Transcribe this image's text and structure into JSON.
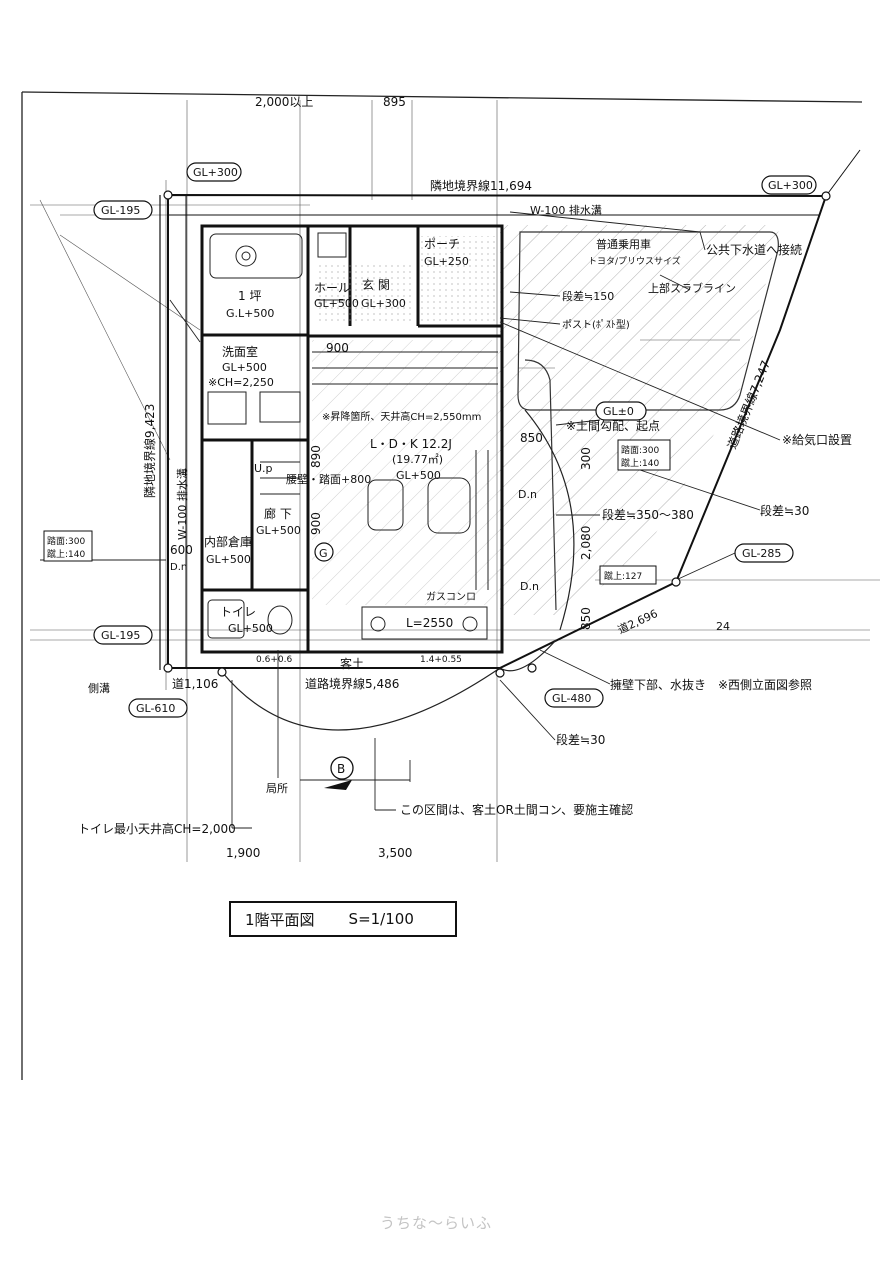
{
  "dimensions": {
    "top_left": "2,000以上",
    "top_right": "895",
    "bottom_left": "1,900",
    "bottom_right": "3,500",
    "d850_right": "850",
    "d300": "300",
    "d2080": "2,080",
    "d850_low": "850",
    "d900_hall": "900",
    "d900_corr": "900",
    "d890": "890",
    "d600": "600",
    "ch_toilet": "トイレ最小天井高CH=2,000"
  },
  "tags": {
    "gl300_left": "GL+300",
    "gl300_right": "GL+300",
    "gl195_top": "GL-195",
    "gl195_bottom": "GL-195",
    "gl610": "GL-610",
    "gl480": "GL-480",
    "gl285": "GL-285",
    "gl0": "GL±0"
  },
  "boundaries": {
    "neighbor_top": "隣地境界線11,694",
    "neighbor_left": "隣地境界線9,423",
    "road_bottom": "道路境界線5,486",
    "road_right": "道路境界線7,247",
    "road_small_1": "道1,106",
    "road_small_2": "道2,696"
  },
  "rooms": {
    "bath_name": "1 坪",
    "bath_gl": "G.L+500",
    "wash_name": "洗面室",
    "wash_gl": "GL+500",
    "wash_ch": "※CH=2,250",
    "hall_name": "ホール",
    "hall_gl": "GL+500",
    "entrance_name": "玄 関",
    "entrance_gl": "GL+300",
    "porch_name": "ポーチ",
    "porch_gl": "GL+250",
    "ldk_name": "L・D・K 12.2J",
    "ldk_area": "(19.77㎡)",
    "ldk_gl": "GL+500",
    "corridor_name": "廊 下",
    "corridor_gl": "GL+500",
    "storage_name": "内部倉庫",
    "storage_gl": "GL+500",
    "toilet_name": "トイレ",
    "toilet_gl": "GL+500",
    "kitchen_len": "L=2550",
    "gas": "ガスコンロ",
    "doma": "客土",
    "up": "U.p",
    "dn1": "D.n",
    "dn2": "D.n",
    "dn3": "D.n",
    "wainscot": "腰壁・踏面+800",
    "stair_note": "※昇降箇所、天井高CH=2,550mm"
  },
  "notes": {
    "drain_top": "W-100  排水溝",
    "drain_left": "W-100  排水溝",
    "sewer": "公共下水道へ接続",
    "car": "普通乗用車",
    "car_model": "トヨタ/プリウスサイズ",
    "upper_slab": "上部スラブライン",
    "step150": "段差≒150",
    "post": "ポスト(ﾎﾟｽﾄ型)",
    "slope": "※土間勾配、起点",
    "air": "※給気口設置",
    "step350": "段差≒350〜380",
    "step30_right": "段差≒30",
    "step30_bottom": "段差≒30",
    "retaining": "擁壁下部、水抜き　※西側立面図参照",
    "section_note": "この区間は、客土OR土間コン、要施主確認",
    "kyosho": "局所",
    "gutter": "側溝",
    "dim_small_1": "0.6+0.6",
    "dim_small_2": "1.4+0.55",
    "to24": "24"
  },
  "step_boxes": {
    "left_tread": "踏面:300",
    "left_rise": "蹴上:140",
    "right_tread": "踏面:300",
    "right_rise": "蹴上:140",
    "rise127": "蹴上:127"
  },
  "markers": {
    "b": "B",
    "g": "G"
  },
  "title": {
    "name": "1階平面図",
    "scale": "S=1/100"
  },
  "watermark": "うちな〜らいふ"
}
